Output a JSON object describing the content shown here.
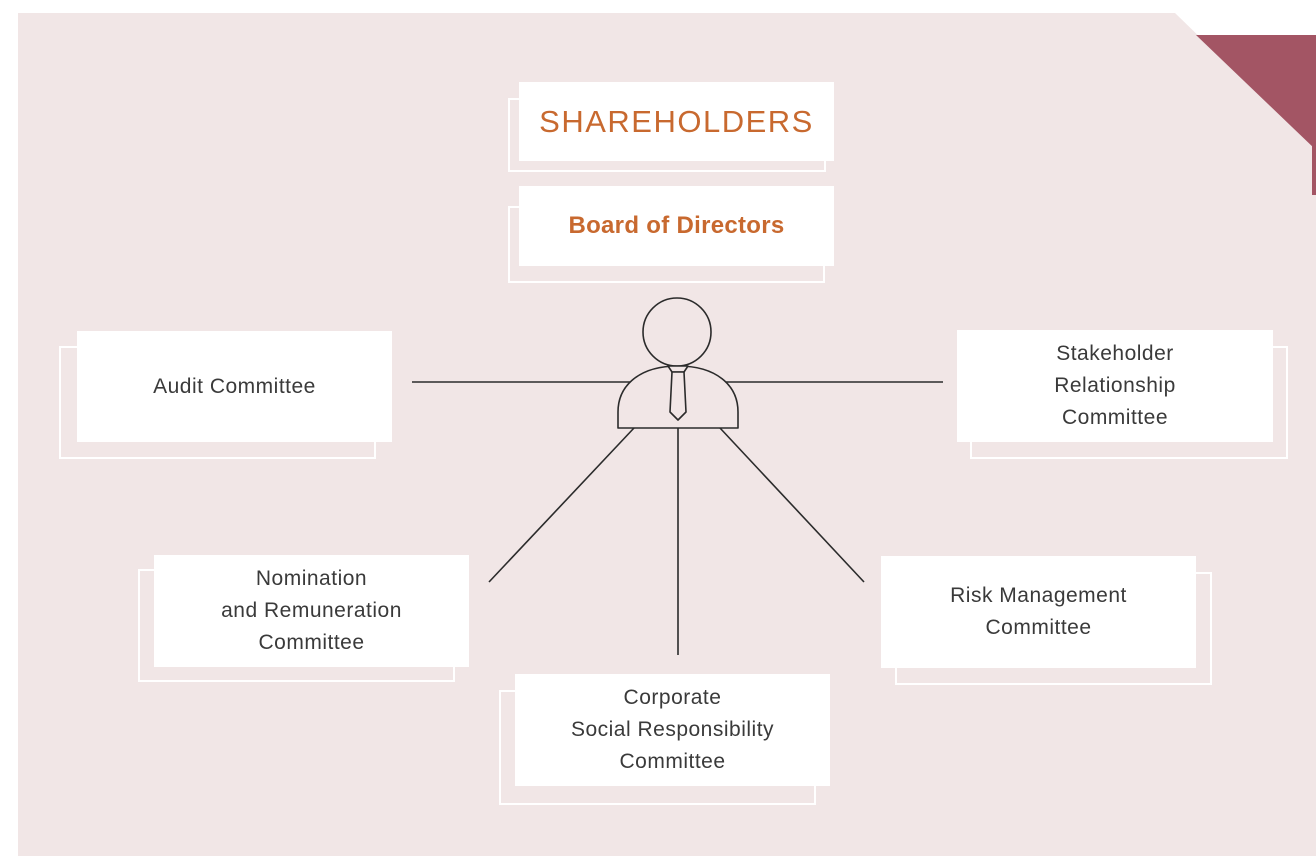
{
  "colors": {
    "background": "#f1e6e6",
    "page": "#ffffff",
    "accent_corner": "#a35564",
    "title_text": "#c8692f",
    "body_text": "#3a3a3a",
    "line": "#2b2b2b"
  },
  "diagram": {
    "top": {
      "shareholders": "SHAREHOLDERS",
      "board": "Board of Directors"
    },
    "center_icon": "person-with-tie-icon",
    "committees": {
      "audit": "Audit Committee",
      "stakeholder": "Stakeholder\nRelationship\nCommittee",
      "nomination": "Nomination\nand Remuneration\nCommittee",
      "csr": "Corporate\nSocial Responsibility\nCommittee",
      "risk": "Risk Management\nCommittee"
    }
  }
}
